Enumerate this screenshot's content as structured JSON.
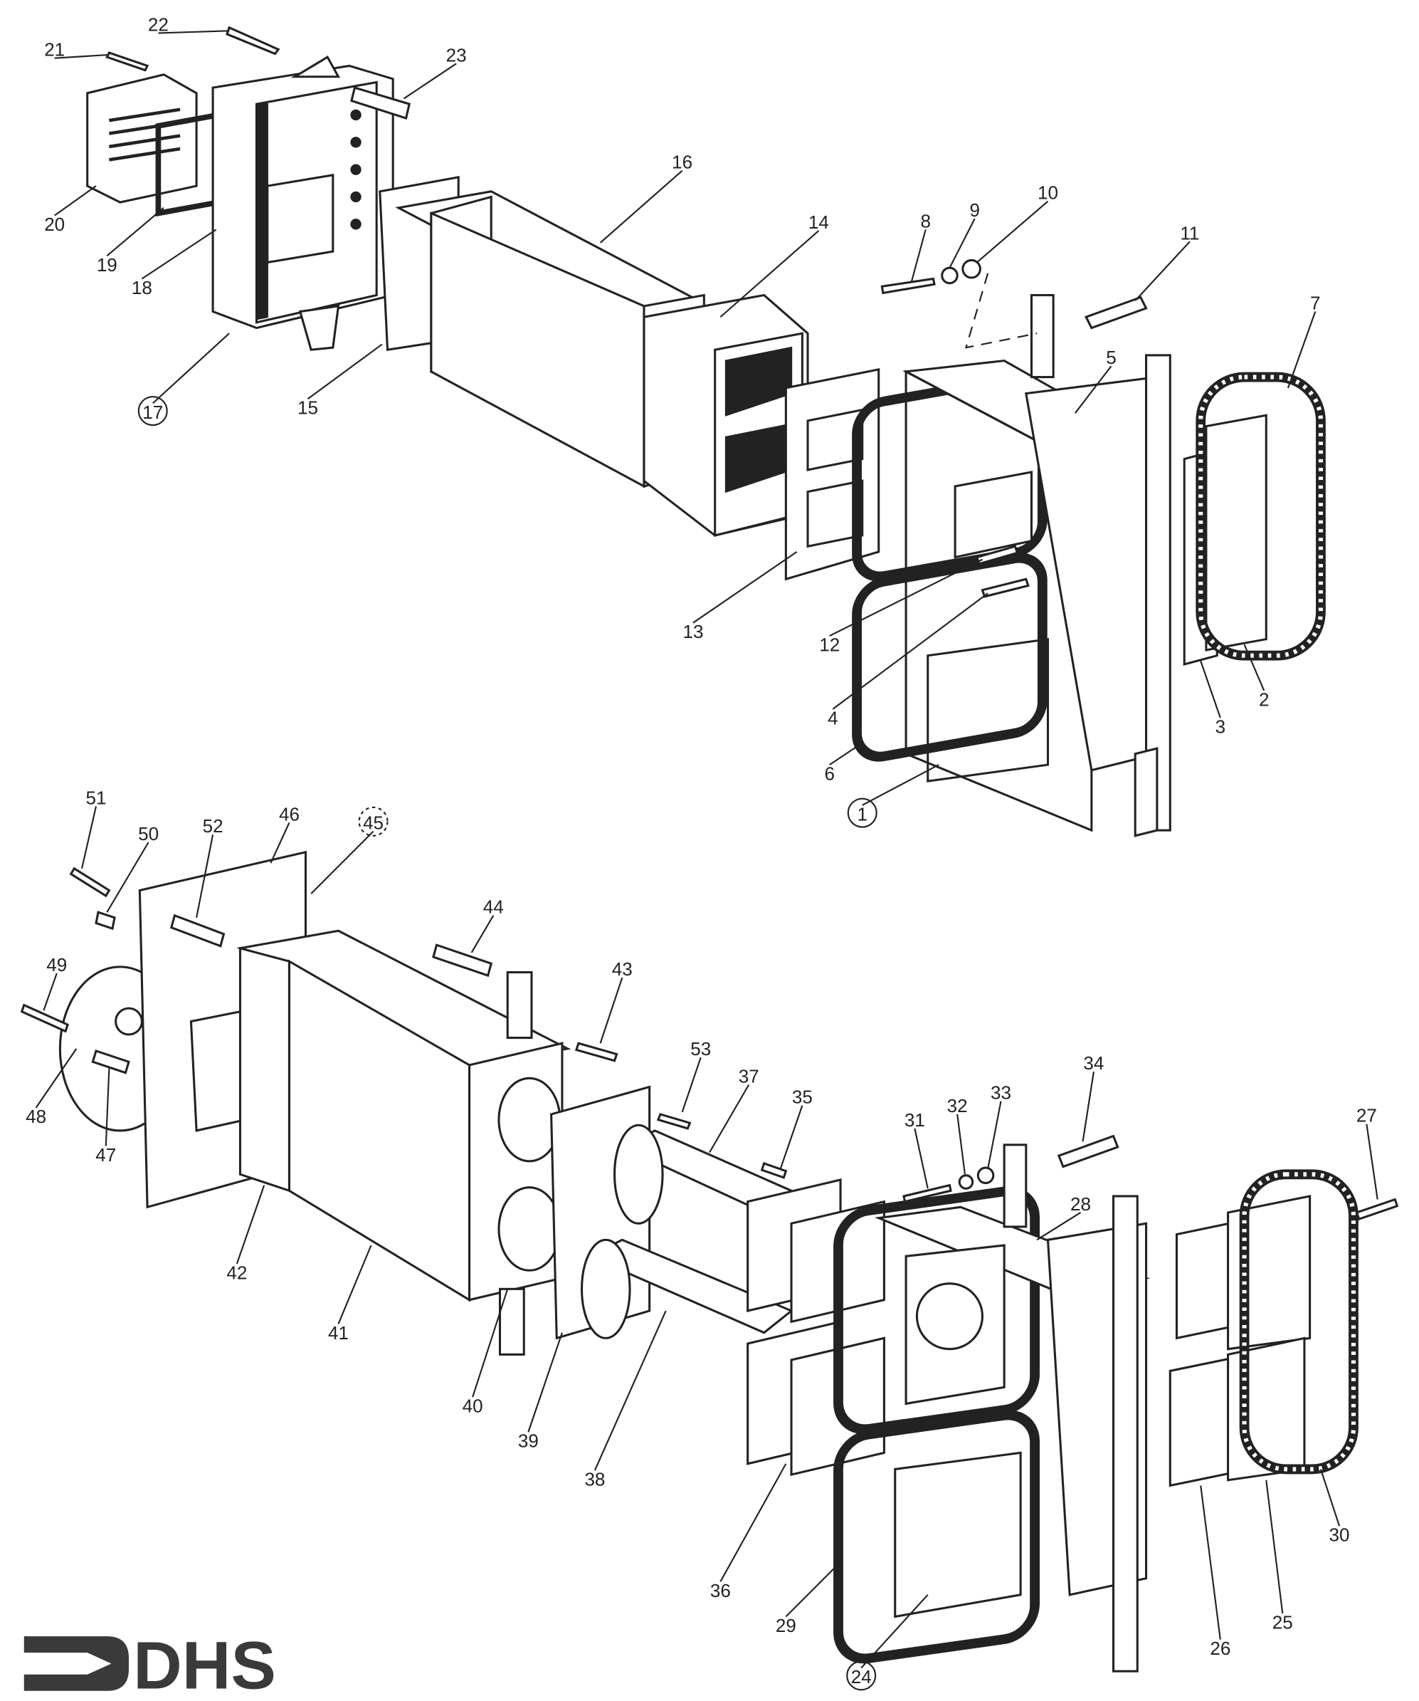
{
  "title": "Exploded parts diagram",
  "logo": {
    "text": "DHS",
    "color": "#3a3a3a"
  },
  "upper_assembly_labels": [
    "21",
    "22",
    "23",
    "20",
    "19",
    "18",
    "17",
    "15",
    "16",
    "14",
    "8",
    "9",
    "10",
    "11",
    "7",
    "5",
    "13",
    "12",
    "4",
    "6",
    "1",
    "3",
    "2"
  ],
  "lower_assembly_labels": [
    "51",
    "50",
    "52",
    "46",
    "45",
    "44",
    "49",
    "43",
    "53",
    "37",
    "35",
    "31",
    "32",
    "33",
    "34",
    "28",
    "27",
    "48",
    "47",
    "42",
    "41",
    "40",
    "39",
    "38",
    "36",
    "29",
    "24",
    "26",
    "25",
    "30"
  ],
  "circled_labels": [
    "17",
    "1",
    "45",
    "24"
  ]
}
